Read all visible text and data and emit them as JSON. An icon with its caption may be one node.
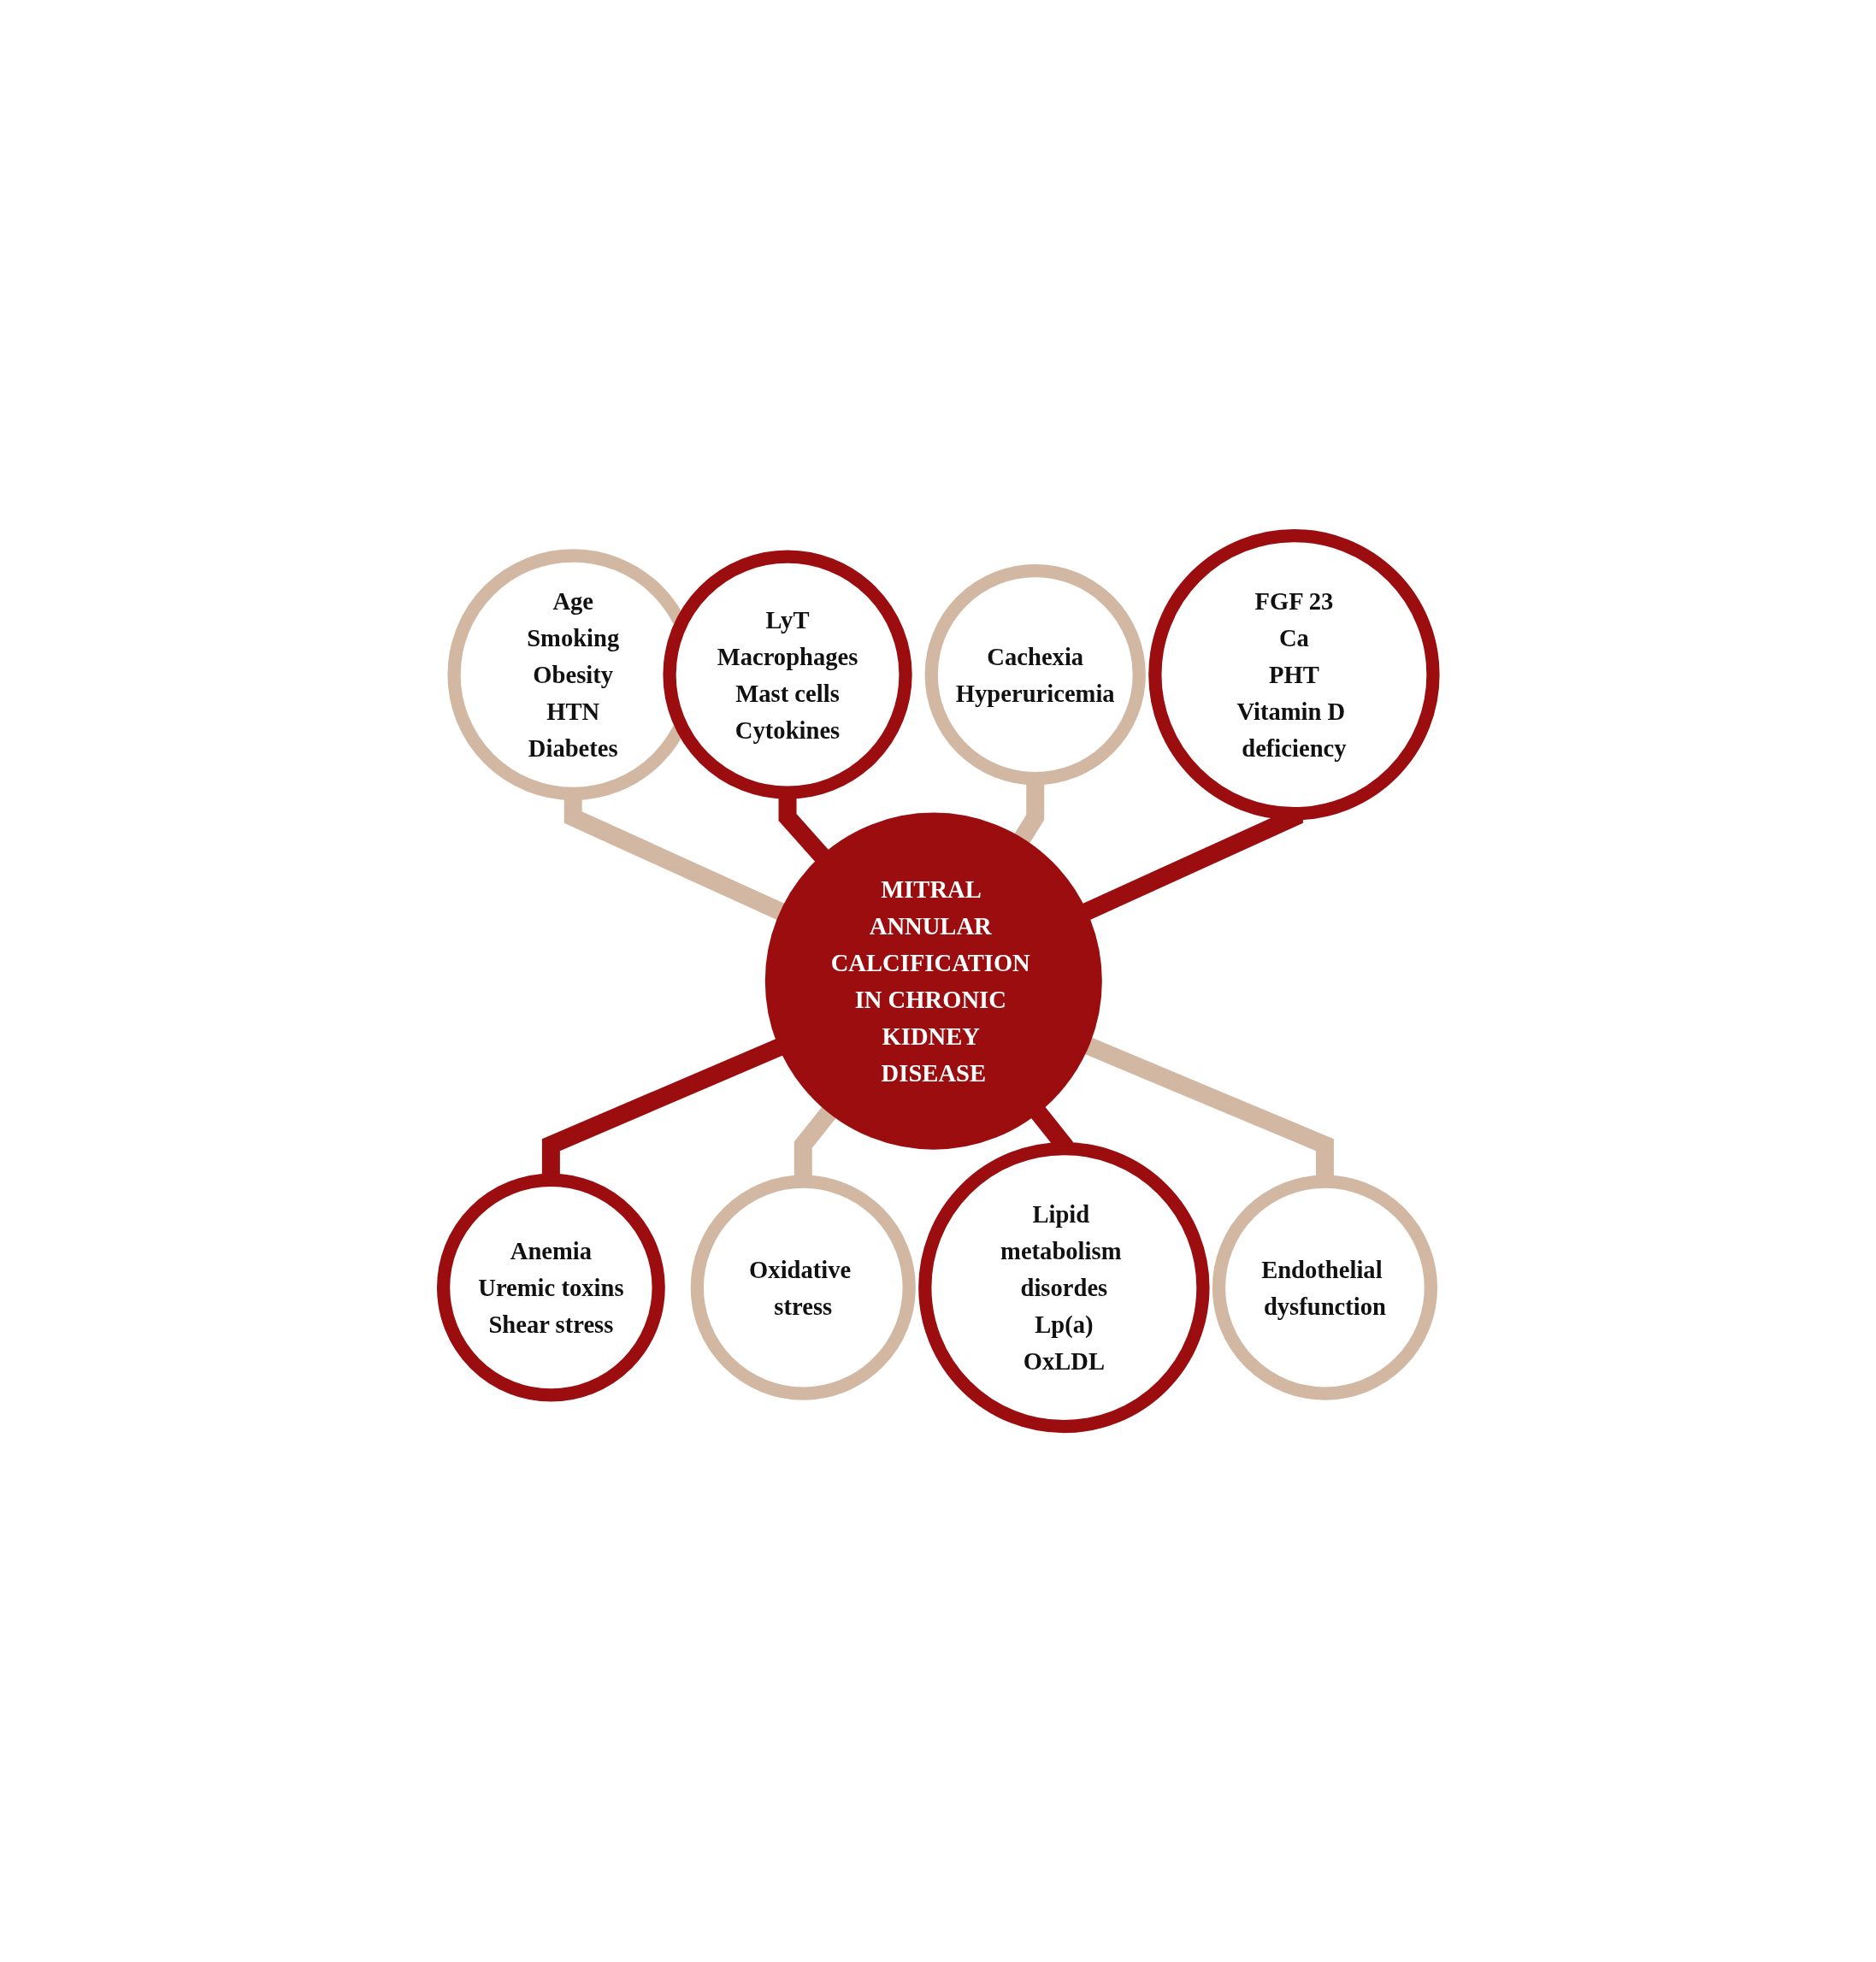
{
  "diagram": {
    "nodes": [
      {
        "text": [
          "Age",
          "Smoking",
          "Obesity",
          "HTN",
          "Diabetes"
        ]
      },
      {
        "text": [
          "LyT",
          "Macrophages",
          "Mast cells",
          "Cytokines"
        ]
      },
      {
        "text": [
          "Cachexia",
          "Hyperuricemia"
        ]
      },
      {
        "text": [
          "FGF 23",
          "Ca",
          "PHT",
          "Vitamin D deficiency"
        ]
      },
      {
        "text": [
          "MITRAL ANNULAR CALCIFICATION IN CHRONIC KIDNEY DISEASE"
        ]
      },
      {
        "text": [
          "Anemia",
          "Uremic toxins",
          "Shear stress"
        ]
      },
      {
        "text": [
          "Oxidative stress"
        ]
      },
      {
        "text": [
          "Lipid metabolism disordes",
          "Lp(a)",
          "OxLDL"
        ]
      },
      {
        "text": [
          "Endothelial dysfunction"
        ]
      }
    ],
    "edges": [
      {
        "from": 4,
        "to": 0,
        "arrow": "none",
        "color": "#d2b8a3"
      },
      {
        "from": 4,
        "to": 1,
        "arrow": "none",
        "color": "#9b0d0f"
      },
      {
        "from": 4,
        "to": 2,
        "arrow": "none",
        "color": "#d2b8a3"
      },
      {
        "from": 4,
        "to": 3,
        "arrow": "none",
        "color": "#9b0d0f"
      },
      {
        "from": 4,
        "to": 5,
        "arrow": "none",
        "color": "#9b0d0f"
      },
      {
        "from": 4,
        "to": 6,
        "arrow": "none",
        "color": "#d2b8a3"
      },
      {
        "from": 4,
        "to": 7,
        "arrow": "none",
        "color": "#9b0d0f"
      },
      {
        "from": 4,
        "to": 8,
        "arrow": "none",
        "color": "#d2b8a3"
      }
    ]
  }
}
